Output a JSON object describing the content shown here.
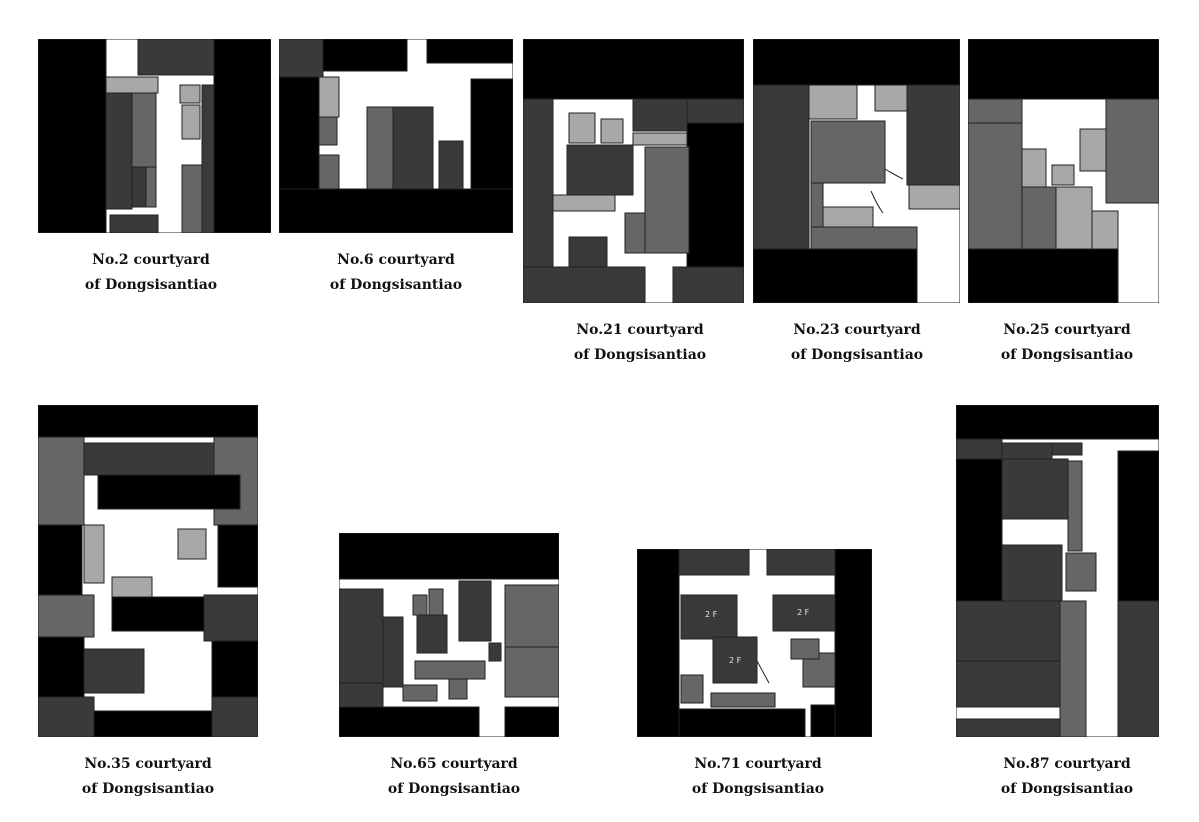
{
  "colors": {
    "black": "#000000",
    "dark": "#3a3a3a",
    "mid": "#666666",
    "light": "#a8a8a8",
    "open": "#ffffff",
    "stroke": "#222222"
  },
  "courtyards": [
    {
      "id": "no2",
      "line1": "No.2 courtyard",
      "line2": "of Dongsisantiao"
    },
    {
      "id": "no6",
      "line1": "No.6 courtyard",
      "line2": "of Dongsisantiao"
    },
    {
      "id": "no21",
      "line1": "No.21 courtyard",
      "line2": "of Dongsisantiao"
    },
    {
      "id": "no23",
      "line1": "No.23 courtyard",
      "line2": "of Dongsisantiao"
    },
    {
      "id": "no25",
      "line1": "No.25 courtyard",
      "line2": "of Dongsisantiao"
    },
    {
      "id": "no35",
      "line1": "No.35 courtyard",
      "line2": "of Dongsisantiao"
    },
    {
      "id": "no65",
      "line1": "No.65 courtyard",
      "line2": "of Dongsisantiao"
    },
    {
      "id": "no71",
      "line1": "No.71 courtyard",
      "line2": "of Dongsisantiao",
      "floor_labels": [
        "2 F",
        "2 F",
        "2 F"
      ]
    },
    {
      "id": "no87",
      "line1": "No.87 courtyard",
      "line2": "of Dongsisantiao"
    }
  ]
}
